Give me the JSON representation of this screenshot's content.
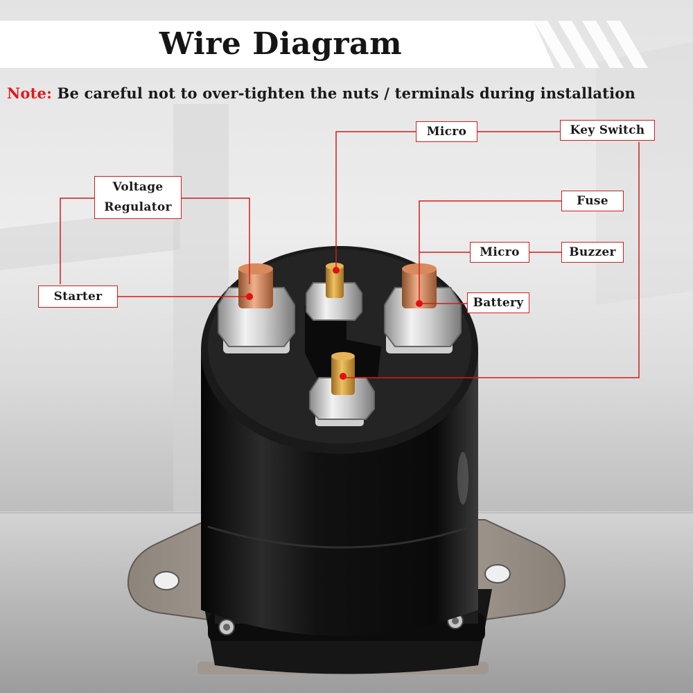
{
  "title": "Wire Diagram",
  "note": {
    "label": "Note:",
    "text": "Be careful not to over-tighten the nuts / terminals during installation"
  },
  "labels": {
    "micro_top": "Micro",
    "key_switch": "Key Switch",
    "voltage_regulator_line1": "Voltage",
    "voltage_regulator_line2": "Regulator",
    "fuse": "Fuse",
    "micro_mid": "Micro",
    "buzzer": "Buzzer",
    "starter": "Starter",
    "battery": "Battery"
  },
  "colors": {
    "accent": "#d01c1c",
    "note_red": "#e4161b",
    "solenoid_body": "#111111",
    "copper": "#c87a4a",
    "brass": "#d39a3c"
  }
}
